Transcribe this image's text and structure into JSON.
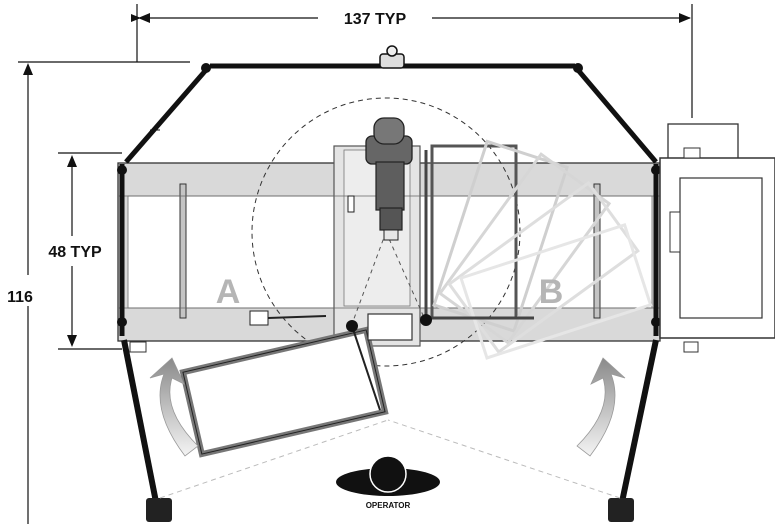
{
  "dimensions": {
    "overall_width": "137 TYP",
    "overall_depth": "116",
    "table_depth": "48 TYP"
  },
  "zones": {
    "a": "A",
    "b": "B"
  },
  "operator_label": "OPERATOR",
  "colors": {
    "table_fill": "#d6d6d6",
    "frame_dark": "#1a1a1a",
    "robot_body": "#6f6f6f",
    "label_gray": "#b5b5b5"
  }
}
